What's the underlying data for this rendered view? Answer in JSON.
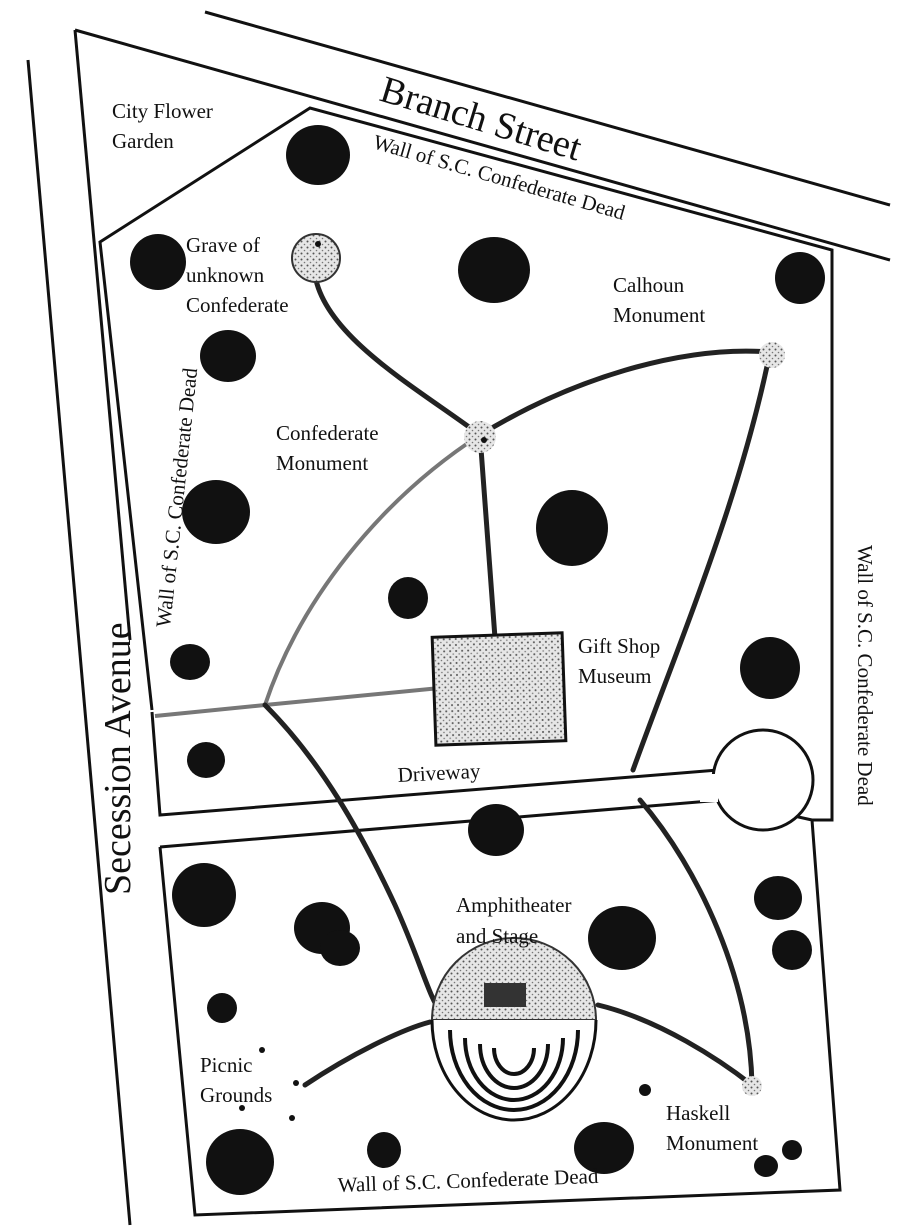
{
  "streets": {
    "branch": "Branch Street",
    "secession": "Secession Avenue"
  },
  "walls": {
    "top": "Wall of S.C. Confederate Dead",
    "left": "Wall of S.C. Confederate Dead",
    "right": "Wall of S.C. Confederate Dead",
    "bottom": "Wall of S.C. Confederate Dead"
  },
  "places": {
    "city_flower_garden": [
      "City Flower",
      "Garden"
    ],
    "grave": [
      "Grave of",
      "unknown",
      "Confederate"
    ],
    "calhoun": [
      "Calhoun",
      "Monument"
    ],
    "confederate_monument": [
      "Confederate",
      "Monument"
    ],
    "gift_shop": [
      "Gift Shop",
      "Museum"
    ],
    "driveway": "Driveway",
    "amphitheater": [
      "Amphitheater",
      "and Stage"
    ],
    "picnic": [
      "Picnic",
      "Grounds"
    ],
    "haskell": [
      "Haskell",
      "Monument"
    ]
  },
  "colors": {
    "ink": "#111111",
    "paper": "#ffffff",
    "shade": "#bdbdbd"
  }
}
